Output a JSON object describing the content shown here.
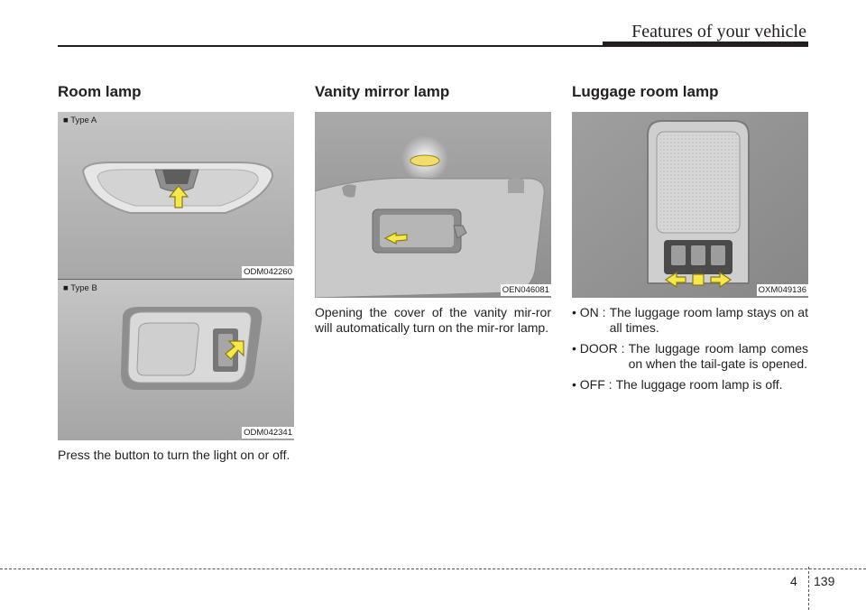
{
  "header": {
    "title": "Features of your vehicle"
  },
  "room_lamp": {
    "title": "Room lamp",
    "type_a_label": "■ Type A",
    "type_a_code": "ODM042260",
    "type_b_label": "■ Type B",
    "type_b_code": "ODM042341",
    "text": "Press the button to turn the light on or off."
  },
  "vanity": {
    "title": "Vanity mirror lamp",
    "image_code": "OEN046081",
    "text": "Opening the cover of the vanity mir-ror will automatically turn on the mir-ror lamp."
  },
  "luggage": {
    "title": "Luggage room lamp",
    "image_code": "OXM049136",
    "switch_labels": [
      "ON",
      "OFF",
      "DOOR"
    ],
    "items": [
      {
        "key": "• ON :",
        "value": "The luggage room lamp stays on at all times."
      },
      {
        "key": "• DOOR :",
        "value": "The luggage room lamp comes on when the tail-gate is opened."
      },
      {
        "key": "• OFF :",
        "value": "The luggage room lamp is off."
      }
    ]
  },
  "footer": {
    "chapter": "4",
    "page": "139"
  },
  "colors": {
    "arrow": "#f6e84a",
    "arrow_stroke": "#8a7a10",
    "photo_bg": "#b7b7b7"
  }
}
